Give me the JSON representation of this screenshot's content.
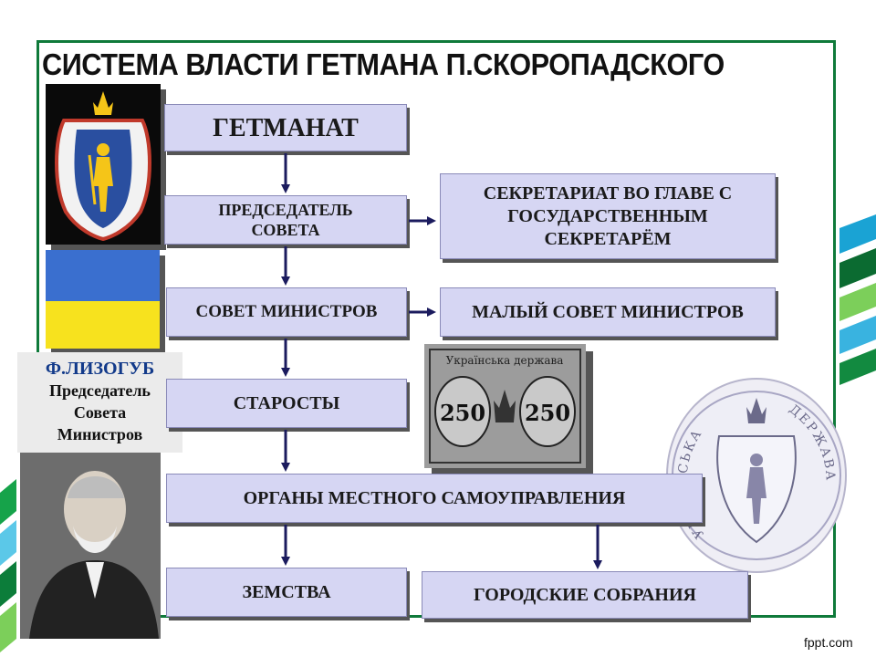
{
  "slide": {
    "title": "СИСТЕМА ВЛАСТИ ГЕТМАНА П.СКОРОПАДСКОГО"
  },
  "diagram": {
    "nodes": {
      "hetmanat": "ГЕТМАНАТ",
      "chairman": "ПРЕДСЕДАТЕЛЬ СОВЕТА",
      "secretariat": "СЕКРЕТАРИАТ ВО ГЛАВЕ С ГОСУДАРСТВЕННЫМ СЕКРЕТАРЁМ",
      "council": "СОВЕТ МИНИСТРОВ",
      "small_council": "МАЛЫЙ СОВЕТ МИНИСТРОВ",
      "starosty": "СТАРОСТЫ",
      "local_gov": "ОРГАНЫ МЕСТНОГО САМОУПРАВЛЕНИЯ",
      "zemstva": "ЗЕМСТВА",
      "city": "ГОРОДСКИЕ СОБРАНИЯ"
    },
    "edges": [
      [
        "hetmanat",
        "chairman"
      ],
      [
        "chairman",
        "secretariat"
      ],
      [
        "chairman",
        "council"
      ],
      [
        "council",
        "small_council"
      ],
      [
        "council",
        "starosty"
      ],
      [
        "starosty",
        "local_gov"
      ],
      [
        "local_gov",
        "zemstva"
      ],
      [
        "local_gov",
        "city"
      ]
    ]
  },
  "caption": {
    "name": "Ф.ЛИЗОГУБ",
    "role_line1": "Председатель",
    "role_line2": "Совета",
    "role_line3": "Министров"
  },
  "banknote": {
    "header": "Українська держава",
    "denomination_left": "250",
    "denomination_right": "250"
  },
  "seal": {
    "text_left": "УКРАЇНСЬКА",
    "text_right": "ДЕРЖАВА"
  },
  "branding": {
    "logo": "fppt.com"
  },
  "colors": {
    "box_fill": "#d6d6f3",
    "arrow": "#1b1b5e",
    "frame": "#0f7a3a"
  },
  "icons": {
    "coat": "cossack-coat-of-arms-icon",
    "trident": "trident-icon"
  }
}
